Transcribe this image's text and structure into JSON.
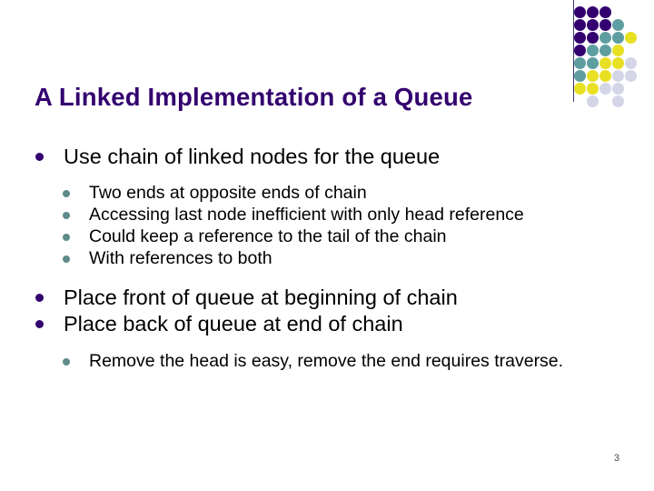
{
  "slide": {
    "title": "A Linked Implementation of a Queue",
    "page_number": "3",
    "colors": {
      "title_purple": "#33006f",
      "bullet_level1": "#33006f",
      "bullet_level2": "#5f8a8b",
      "deco_purple": "#33006f",
      "deco_teal": "#5f9ea0",
      "deco_yellow": "#e8e022",
      "deco_lavender": "#d5d5e8",
      "deco_rule": "#3b3b6d",
      "body_text": "#000000",
      "background": "#ffffff"
    },
    "blocks": [
      {
        "level": 1,
        "text": "Use chain of linked nodes for the queue",
        "bullet": "disc"
      },
      {
        "level": 2,
        "text": "Two ends at opposite ends of chain",
        "bullet": "disc"
      },
      {
        "level": 2,
        "text": "Accessing last node inefficient with only head reference",
        "bullet": "disc"
      },
      {
        "level": 2,
        "text": "Could keep a reference to the tail of the chain",
        "bullet": "disc"
      },
      {
        "level": 2,
        "text": "With references to both",
        "bullet": "disc"
      },
      {
        "level": 1,
        "text": "Place front of queue at beginning of chain",
        "bullet": "disc"
      },
      {
        "level": 1,
        "text": "Place back of queue at end of chain",
        "bullet": "disc"
      },
      {
        "level": 2,
        "text": "Remove the head is easy, remove the end requires traverse.",
        "bullet": "disc"
      }
    ],
    "decoration": {
      "name": "dot-grid",
      "cell": 14,
      "dots": [
        {
          "col": 0,
          "row": 0,
          "color": "#33006f"
        },
        {
          "col": 1,
          "row": 0,
          "color": "#33006f"
        },
        {
          "col": 2,
          "row": 0,
          "color": "#33006f"
        },
        {
          "col": 0,
          "row": 1,
          "color": "#33006f"
        },
        {
          "col": 1,
          "row": 1,
          "color": "#33006f"
        },
        {
          "col": 2,
          "row": 1,
          "color": "#33006f"
        },
        {
          "col": 3,
          "row": 1,
          "color": "#5f9ea0"
        },
        {
          "col": 0,
          "row": 2,
          "color": "#33006f"
        },
        {
          "col": 1,
          "row": 2,
          "color": "#33006f"
        },
        {
          "col": 2,
          "row": 2,
          "color": "#5f9ea0"
        },
        {
          "col": 3,
          "row": 2,
          "color": "#5f9ea0"
        },
        {
          "col": 4,
          "row": 2,
          "color": "#e8e022"
        },
        {
          "col": 0,
          "row": 3,
          "color": "#33006f"
        },
        {
          "col": 1,
          "row": 3,
          "color": "#5f9ea0"
        },
        {
          "col": 2,
          "row": 3,
          "color": "#5f9ea0"
        },
        {
          "col": 3,
          "row": 3,
          "color": "#e8e022"
        },
        {
          "col": 0,
          "row": 4,
          "color": "#5f9ea0"
        },
        {
          "col": 1,
          "row": 4,
          "color": "#5f9ea0"
        },
        {
          "col": 2,
          "row": 4,
          "color": "#e8e022"
        },
        {
          "col": 3,
          "row": 4,
          "color": "#e8e022"
        },
        {
          "col": 4,
          "row": 4,
          "color": "#d5d5e8"
        },
        {
          "col": 0,
          "row": 5,
          "color": "#5f9ea0"
        },
        {
          "col": 1,
          "row": 5,
          "color": "#e8e022"
        },
        {
          "col": 2,
          "row": 5,
          "color": "#e8e022"
        },
        {
          "col": 3,
          "row": 5,
          "color": "#d5d5e8"
        },
        {
          "col": 4,
          "row": 5,
          "color": "#d5d5e8"
        },
        {
          "col": 0,
          "row": 6,
          "color": "#e8e022"
        },
        {
          "col": 1,
          "row": 6,
          "color": "#e8e022"
        },
        {
          "col": 2,
          "row": 6,
          "color": "#d5d5e8"
        },
        {
          "col": 3,
          "row": 6,
          "color": "#d5d5e8"
        },
        {
          "col": 1,
          "row": 7,
          "color": "#d5d5e8"
        },
        {
          "col": 3,
          "row": 7,
          "color": "#d5d5e8"
        }
      ]
    }
  }
}
